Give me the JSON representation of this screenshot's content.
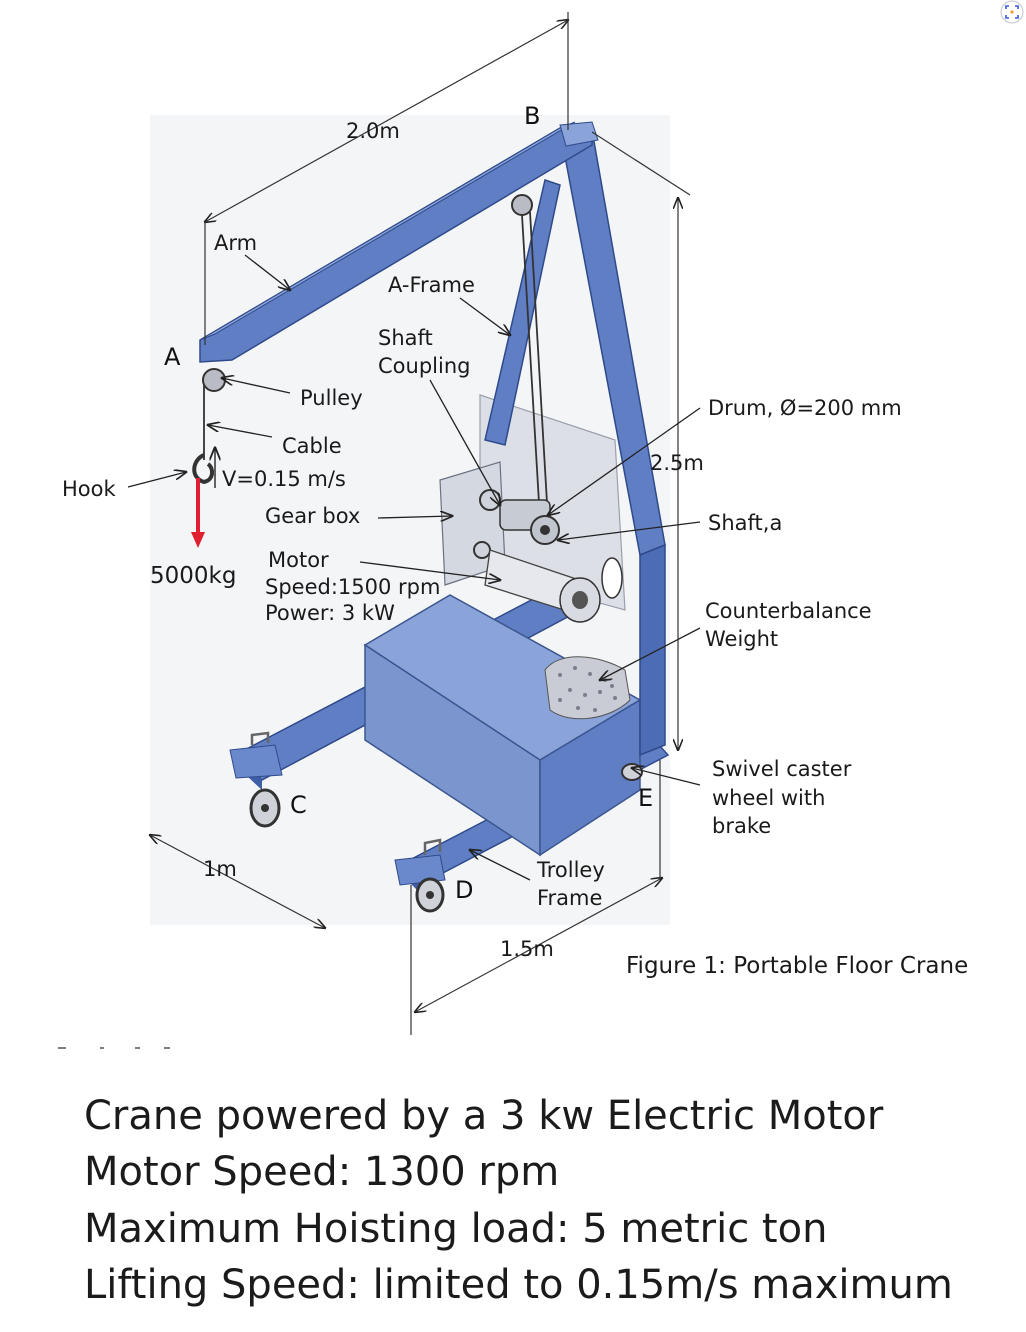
{
  "labels": {
    "arm": "Arm",
    "a_frame": "A-Frame",
    "shaft_coupling_1": "Shaft",
    "shaft_coupling_2": "Coupling",
    "pulley": "Pulley",
    "cable": "Cable",
    "hook": "Hook",
    "velocity": "V=0.15 m/s",
    "gear_box": "Gear box",
    "load": "5000kg",
    "motor_1": "Motor",
    "motor_2": "Speed:1500 rpm",
    "motor_3": "Power: 3 kW",
    "drum": "Drum, Ø=200 mm",
    "shaft": "Shaft,a",
    "counter_1": "Counterbalance",
    "counter_2": "Weight",
    "caster_1": "Swivel caster",
    "caster_2": "wheel with",
    "caster_3": "brake",
    "trolley_1": "Trolley",
    "trolley_2": "Frame"
  },
  "points": {
    "a": "A",
    "b": "B",
    "c": "C",
    "d": "D",
    "e": "E"
  },
  "dimensions": {
    "arm_length": "2.0m",
    "height": "2.5m",
    "width": "1m",
    "depth": "1.5m"
  },
  "caption": "Figure 1: Portable Floor Crane",
  "specs": [
    "Crane powered by a 3 kw Electric Motor",
    "Motor Speed: 1300 rpm",
    "Maximum Hoisting load: 5 metric ton",
    "Lifting Speed: limited to 0.15m/s maximum"
  ],
  "colors": {
    "frame": "#5f7ec4",
    "frame_dark": "#3f5ea8",
    "frame_light": "#8aa3d8",
    "panel": "#d9dde6",
    "arrow_red": "#e02030"
  },
  "icons": {
    "corner": "scan-icon"
  }
}
